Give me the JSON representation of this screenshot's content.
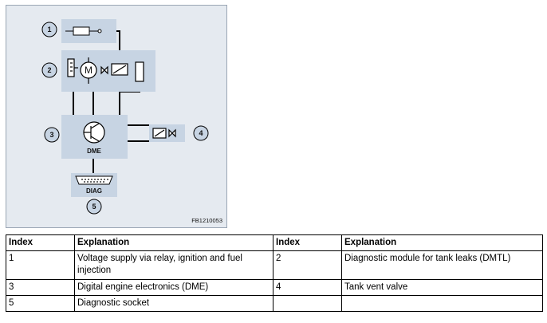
{
  "diagram": {
    "callouts": [
      "1",
      "2",
      "3",
      "4",
      "5"
    ],
    "dme_label": "DME",
    "diag_label": "DIAG",
    "motor_label": "M",
    "figure_code": "FB1210053",
    "icons": [
      "fuse-icon",
      "pump-motor-icon",
      "relay-icon",
      "valve-icon",
      "resistor-icon",
      "transistor-icon",
      "connector-icon"
    ],
    "colors": {
      "panel": "#e5eaf0",
      "box": "#c7d4e3",
      "line": "#000000",
      "callout": "#c7d4e3"
    }
  },
  "table": {
    "headers": [
      "Index",
      "Explanation",
      "Index",
      "Explanation"
    ],
    "rows": [
      [
        "1",
        "Voltage supply via relay, ignition and fuel injection",
        "2",
        "Diagnostic module for tank leaks (DMTL)"
      ],
      [
        "3",
        "Digital engine electronics (DME)",
        "4",
        "Tank vent valve"
      ],
      [
        "5",
        "Diagnostic socket",
        "",
        ""
      ]
    ]
  }
}
